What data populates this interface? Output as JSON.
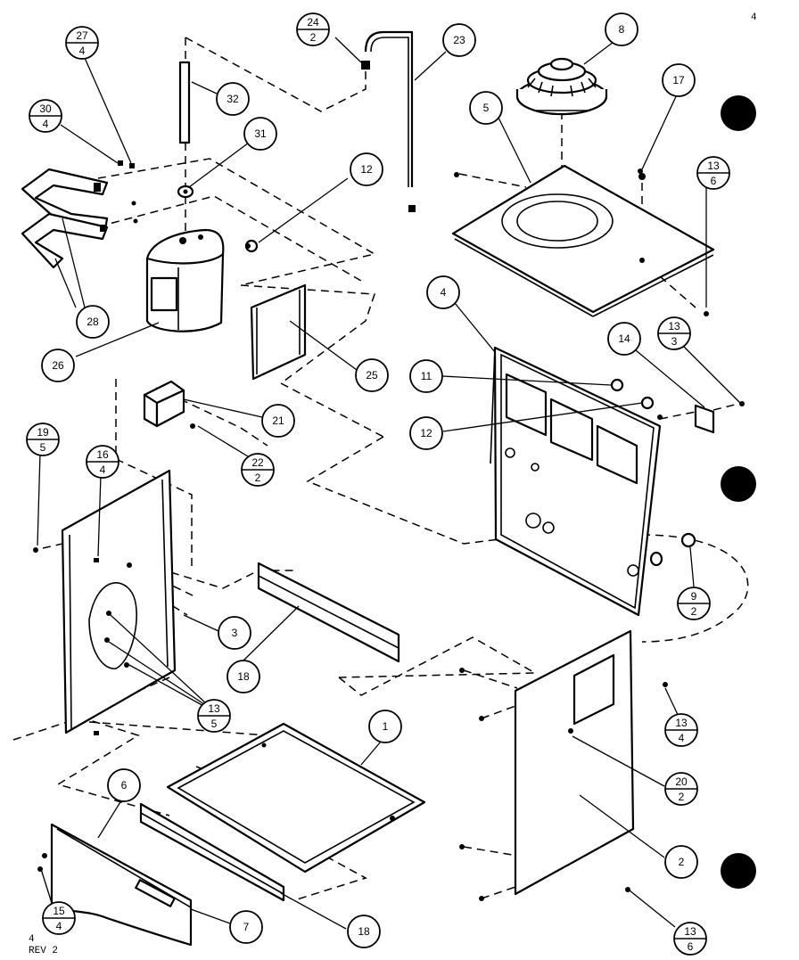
{
  "callouts": {
    "c1": "1",
    "c2": "2",
    "c3": "3",
    "c4": "4",
    "c5": "5",
    "c6": "6",
    "c7": "7",
    "c8": "8",
    "c11": "11",
    "c12a": "12",
    "c12b": "12",
    "c14": "14",
    "c17": "17",
    "c18a": "18",
    "c18b": "18",
    "c21": "21",
    "c23": "23",
    "c25": "25",
    "c26": "26",
    "c28": "28",
    "c31": "31",
    "c32": "32"
  },
  "fraction_callouts": {
    "f24_2": {
      "num": "24",
      "den": "2"
    },
    "f27_4": {
      "num": "27",
      "den": "4"
    },
    "f30_4": {
      "num": "30",
      "den": "4"
    },
    "f13_6_top": {
      "num": "13",
      "den": "6"
    },
    "f13_3": {
      "num": "13",
      "den": "3"
    },
    "f19_5": {
      "num": "19",
      "den": "5"
    },
    "f16_4": {
      "num": "16",
      "den": "4"
    },
    "f22_2": {
      "num": "22",
      "den": "2"
    },
    "f9_2": {
      "num": "9",
      "den": "2"
    },
    "f13_5": {
      "num": "13",
      "den": "5"
    },
    "f13_4": {
      "num": "13",
      "den": "4"
    },
    "f20_2": {
      "num": "20",
      "den": "2"
    },
    "f15_4": {
      "num": "15",
      "den": "4"
    },
    "f13_6_bottom": {
      "num": "13",
      "den": "6"
    }
  },
  "footer": {
    "page": "4",
    "revision": "REV 2",
    "corner_mark": "4"
  }
}
